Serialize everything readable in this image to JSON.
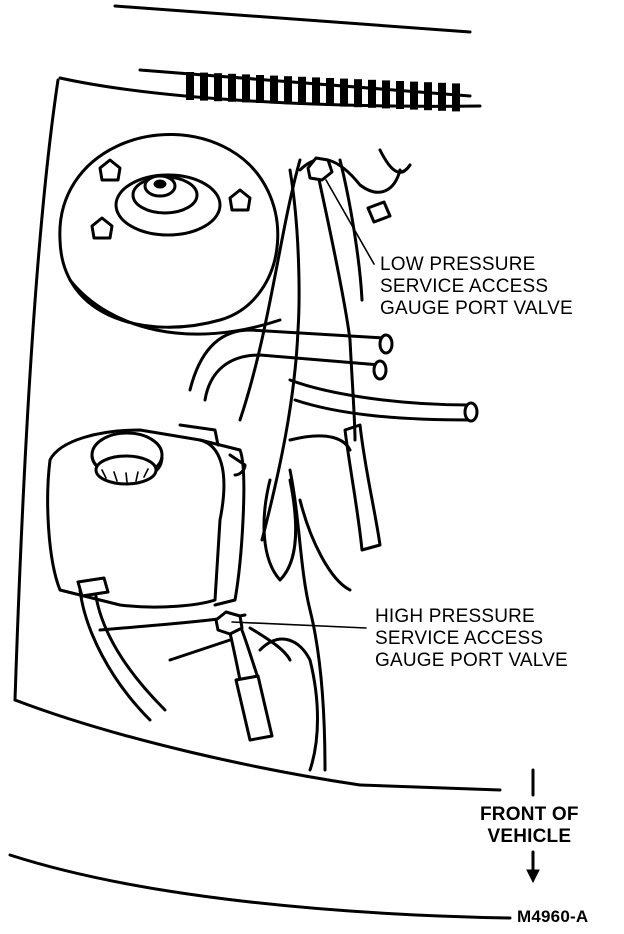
{
  "labels": {
    "low_pressure": [
      "LOW PRESSURE",
      "SERVICE ACCESS",
      "GAUGE PORT VALVE"
    ],
    "high_pressure": [
      "HIGH PRESSURE",
      "SERVICE ACCESS",
      "GAUGE PORT VALVE"
    ],
    "front_of_vehicle": [
      "FRONT OF",
      "VEHICLE"
    ],
    "figure_id": "M4960-A"
  }
}
